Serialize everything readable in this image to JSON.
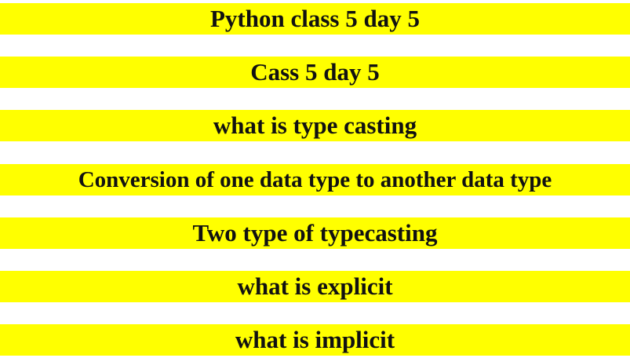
{
  "colors": {
    "band_background": "#ffff00",
    "page_background": "#ffffff",
    "text": "#111111"
  },
  "lines": [
    "Python class 5 day 5",
    "Cass 5 day 5",
    "what is type casting",
    "Conversion of one data type to another data type",
    "Two type of typecasting",
    "what is explicit",
    "what is implicit"
  ]
}
